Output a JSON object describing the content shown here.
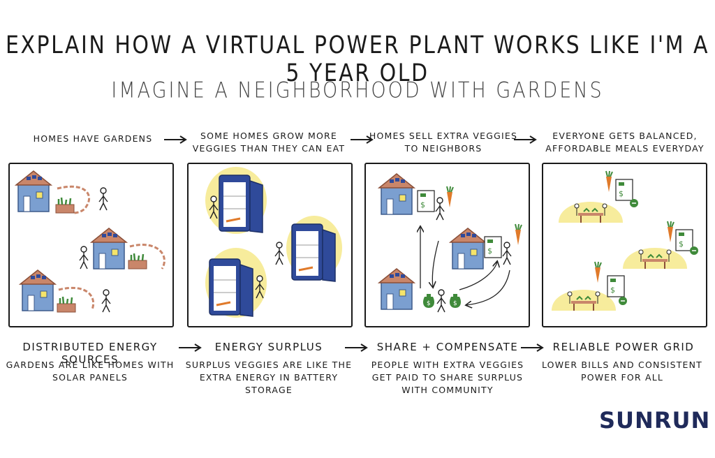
{
  "title": "Explain how a virtual power plant works like I'm a 5 year old",
  "subtitle": "Imagine a neighborhood with gardens",
  "steps": [
    {
      "label": "Homes have gardens"
    },
    {
      "label": "Some homes grow more veggies than they can eat"
    },
    {
      "label": "Homes sell extra veggies to neighbors"
    },
    {
      "label": "Everyone gets balanced, affordable meals everyday"
    }
  ],
  "concepts": [
    {
      "name": "Distributed energy sources",
      "description": "Gardens are like homes with solar panels"
    },
    {
      "name": "Energy surplus",
      "description": "Surplus veggies are like the extra energy in battery storage"
    },
    {
      "name": "Share + compensate",
      "description": "People with extra veggies get paid to share surplus with community"
    },
    {
      "name": "Reliable power grid",
      "description": "Lower bills and consistent power for all"
    }
  ],
  "logo": "SUNRUN",
  "icons": [
    "house-icon",
    "fence-icon",
    "garden-box-icon",
    "person-icon",
    "fridge-icon",
    "invoice-icon",
    "carrot-icon",
    "money-bag-icon",
    "dining-table-icon",
    "coin-icon"
  ],
  "colors": {
    "house_wall": "#7b9fd0",
    "roof": "#c9866a",
    "glow": "#f7ec9c",
    "fridge": "#2f4a9a",
    "veggie": "#3f8a3a",
    "brand": "#1f2a5a"
  }
}
